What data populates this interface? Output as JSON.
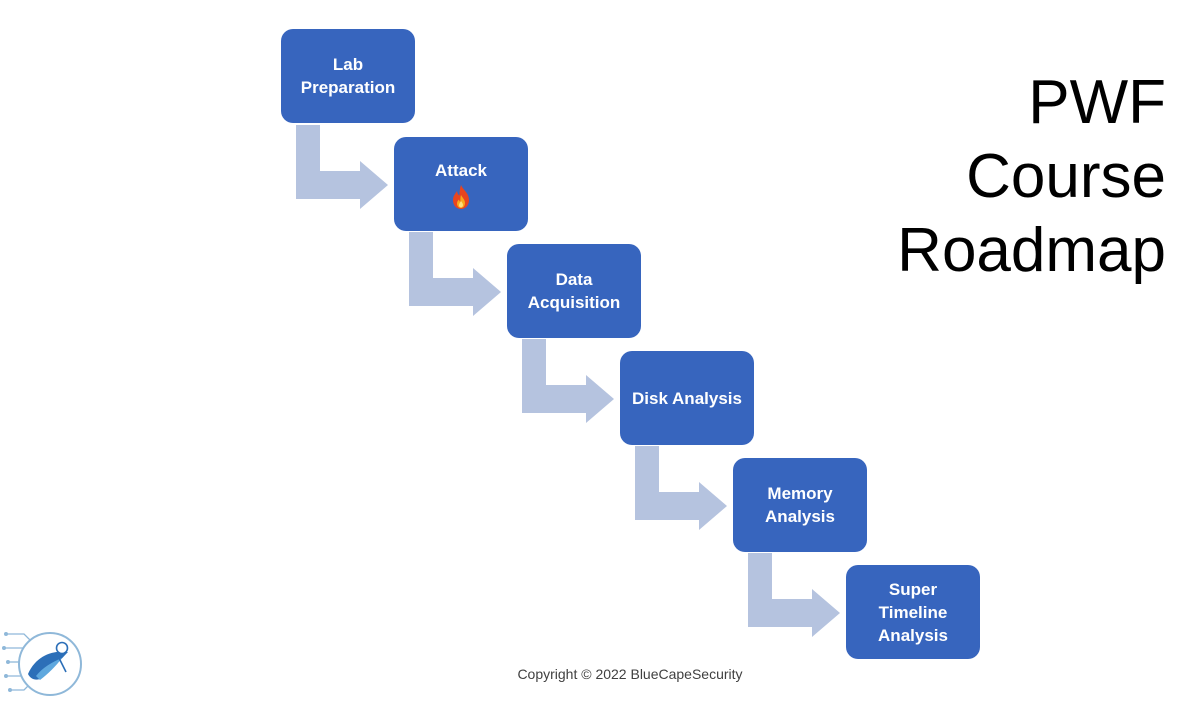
{
  "diagram": {
    "steps": [
      {
        "id": "lab-preparation",
        "label": "Lab\nPreparation"
      },
      {
        "id": "attack",
        "label": "Attack",
        "icon": "fire-icon"
      },
      {
        "id": "data-acquisition",
        "label": "Data\nAcquisition"
      },
      {
        "id": "disk-analysis",
        "label": "Disk Analysis"
      },
      {
        "id": "memory-analysis",
        "label": "Memory\nAnalysis"
      },
      {
        "id": "super-timeline-analysis",
        "label": "Super\nTimeline\nAnalysis"
      }
    ],
    "colors": {
      "box": "#3765BE",
      "arrow": "#B5C3DF",
      "text": "#FFFFFF"
    }
  },
  "title": {
    "line1": "PWF",
    "line2": "Course",
    "line3": "Roadmap"
  },
  "footer": {
    "copyright": "Copyright © 2022 BlueCapeSecurity"
  },
  "logo": {
    "icon": "bluecape-logo-icon"
  }
}
